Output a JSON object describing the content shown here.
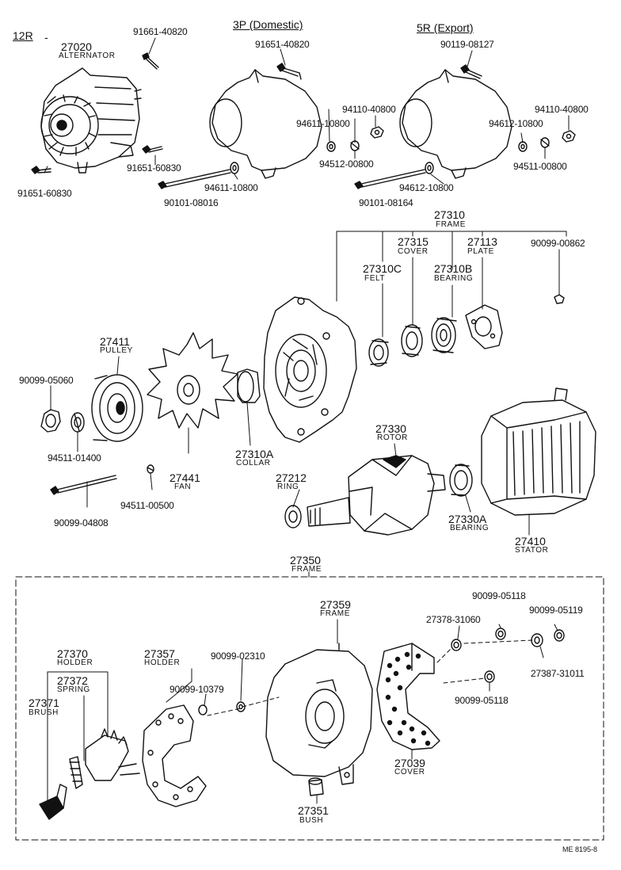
{
  "headers": {
    "model": "12R",
    "variant_domestic": "3P (Domestic)",
    "variant_export": "5R (Export)"
  },
  "labels": {
    "alt_no": "27020",
    "alt_name": "ALTERNATOR",
    "p_91661_40820": "91661-40820",
    "p_91651_60830_a": "91651-60830",
    "p_91651_60830_b": "91651-60830",
    "dom_bolt": "91651-40820",
    "dom_washer1": "94611-10800",
    "dom_washer2": "94611-10800",
    "dom_nut": "94110-40800",
    "dom_lock": "94512-00800",
    "dom_thru": "90101-08016",
    "exp_bolt": "90119-08127",
    "exp_nut": "94110-40800",
    "exp_washer1": "94612-10800",
    "exp_washer2": "94612-10800",
    "exp_lock": "94511-00800",
    "exp_thru": "90101-08164",
    "frame_no": "27310",
    "frame_name": "FRAME",
    "cover_no": "27315",
    "cover_name": "COVER",
    "plate_no": "27113",
    "plate_name": "PLATE",
    "screw_90099_00862": "90099-00862",
    "felt_no": "27310C",
    "felt_name": "FELT",
    "bearing_no": "27310B",
    "bearing_name": "BEARING",
    "pulley_no": "27411",
    "pulley_name": "PULLEY",
    "nut_90099_05060": "90099-05060",
    "washer_94511_01400": "94511-01400",
    "fan_no": "27441",
    "fan_name": "FAN",
    "collar_no": "27310A",
    "collar_name": "COLLAR",
    "washer_94511_00500": "94511-00500",
    "bolt_90099_04808": "90099-04808",
    "rotor_no": "27330",
    "rotor_name": "ROTOR",
    "ring_no": "27212",
    "ring_name": "RING",
    "rbearing_no": "27330A",
    "rbearing_name": "BEARING",
    "stator_no": "27410",
    "stator_name": "STATOR",
    "rframe_no": "27350",
    "rframe_name": "FRAME",
    "frame2_no": "27359",
    "frame2_name": "FRAME",
    "p_27378_31060": "27378-31060",
    "p_90099_05118_a": "90099-05118",
    "p_90099_05119": "90099-05119",
    "p_27387_31011": "27387-31011",
    "p_90099_05118_b": "90099-05118",
    "holder_no": "27370",
    "holder_name": "HOLDER",
    "spring_no": "27372",
    "spring_name": "SPRING",
    "brush_no": "27371",
    "brush_name": "BRUSH",
    "holder2_no": "27357",
    "holder2_name": "HOLDER",
    "p_90099_02310": "90099-02310",
    "p_90099_10379": "90099-10379",
    "cover2_no": "27039",
    "cover2_name": "COVER",
    "bush_no": "27351",
    "bush_name": "BUSH"
  },
  "footer": "ME 8195-8"
}
